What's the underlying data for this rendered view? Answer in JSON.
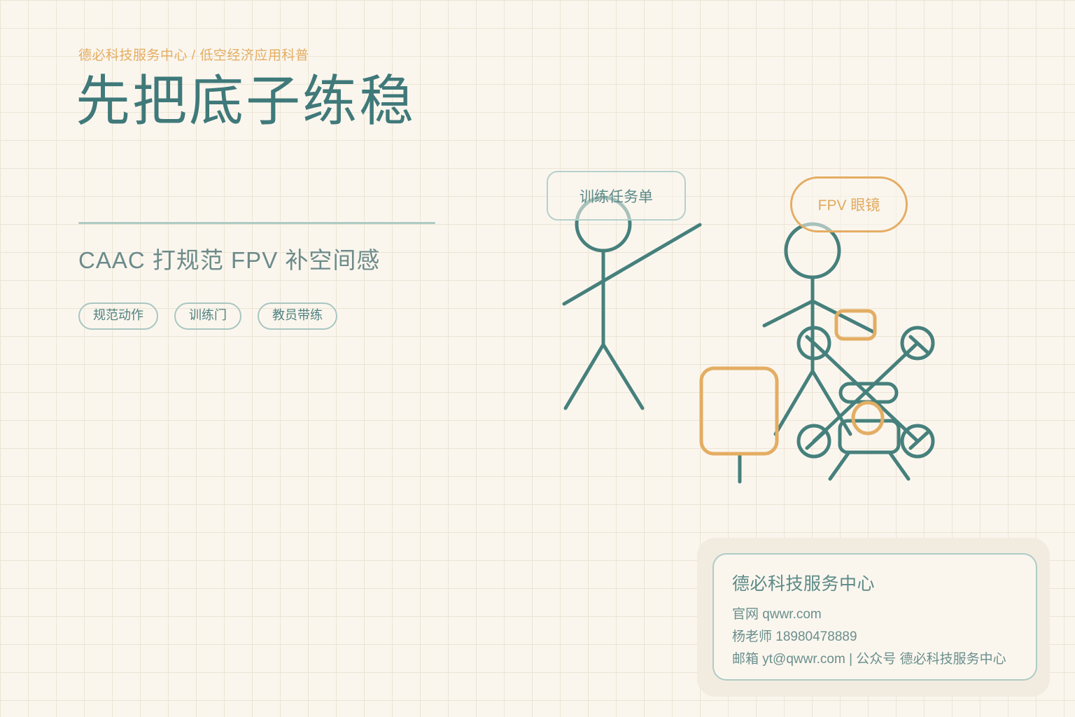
{
  "brand": {
    "eyebrow": "德必科技服务中心 / 低空经济应用科普",
    "accent_teal": "#40797a",
    "accent_orange": "#e4ad63",
    "background": "#faf6ee",
    "grid_line": "#ece5d5"
  },
  "hero": {
    "title": "先把底子练稳",
    "subtitle": "CAAC 打规范  FPV 补空间感",
    "tags": [
      {
        "label": "规范动作"
      },
      {
        "label": "训练门"
      },
      {
        "label": "教员带练"
      }
    ]
  },
  "illustration": {
    "callouts": [
      {
        "id": "task-sheet",
        "label": "训练任务单",
        "style": "teal-rect"
      },
      {
        "id": "fpv-goggles",
        "label": "FPV 眼镜",
        "style": "orange-pill"
      }
    ],
    "figures": [
      {
        "id": "trainee",
        "description": "stick-figure-pointing"
      },
      {
        "id": "instructor",
        "description": "stick-figure-with-controller"
      }
    ],
    "objects": [
      {
        "id": "briefing-board",
        "color": "#e4ad63"
      },
      {
        "id": "remote-controller",
        "color": "#e4ad63"
      },
      {
        "id": "quadcopter-drone",
        "color": "#40797a"
      },
      {
        "id": "gimbal-camera",
        "color": "#e4ad63"
      }
    ]
  },
  "contact": {
    "org": "德必科技服务中心",
    "website": "官网 qwwr.com",
    "phone": "杨老师 18980478889",
    "email_line": "邮箱 yt@qwwr.com  |  公众号 德必科技服务中心"
  }
}
